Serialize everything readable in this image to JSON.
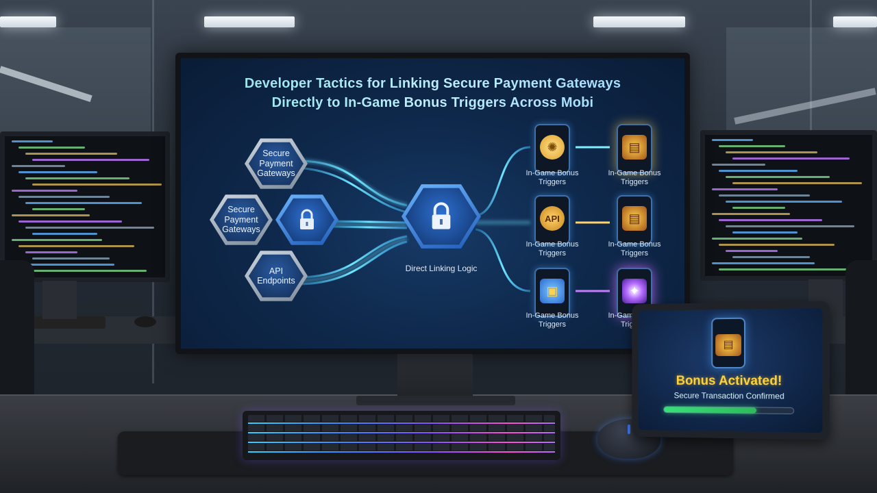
{
  "slide": {
    "title_line1": "Developer Tactics for Linking Secure Payment Gateways",
    "title_line2": "Directly to In-Game Bonus Triggers Across Mobi",
    "nodes": {
      "gateway_top": "Secure Payment Gateways",
      "gateway_left": "Secure Payment Gateways",
      "api": "API Endpoints"
    },
    "center_label": "Direct Linking Logic",
    "trigger_labels": [
      "In-Game Bonus Triggers",
      "In-Game Bonus Triggers",
      "In-Game Bonus Triggers",
      "In-Game Bonus Triggers",
      "In-Game Bonus Triggers",
      "In-Game Bonus Triggers"
    ],
    "icons": [
      "lock-icon",
      "wheel-icon",
      "treasure-chest-icon",
      "slot-icon",
      "gift-box-icon"
    ]
  },
  "tablet": {
    "headline": "Bonus Activated!",
    "subline": "Secure Transaction Confirmed",
    "progress": 0.72
  },
  "colors": {
    "accent": "#2fd3ff",
    "title": "#a6ecff",
    "headline": "#ffd23a",
    "progress": "#39d46b"
  }
}
